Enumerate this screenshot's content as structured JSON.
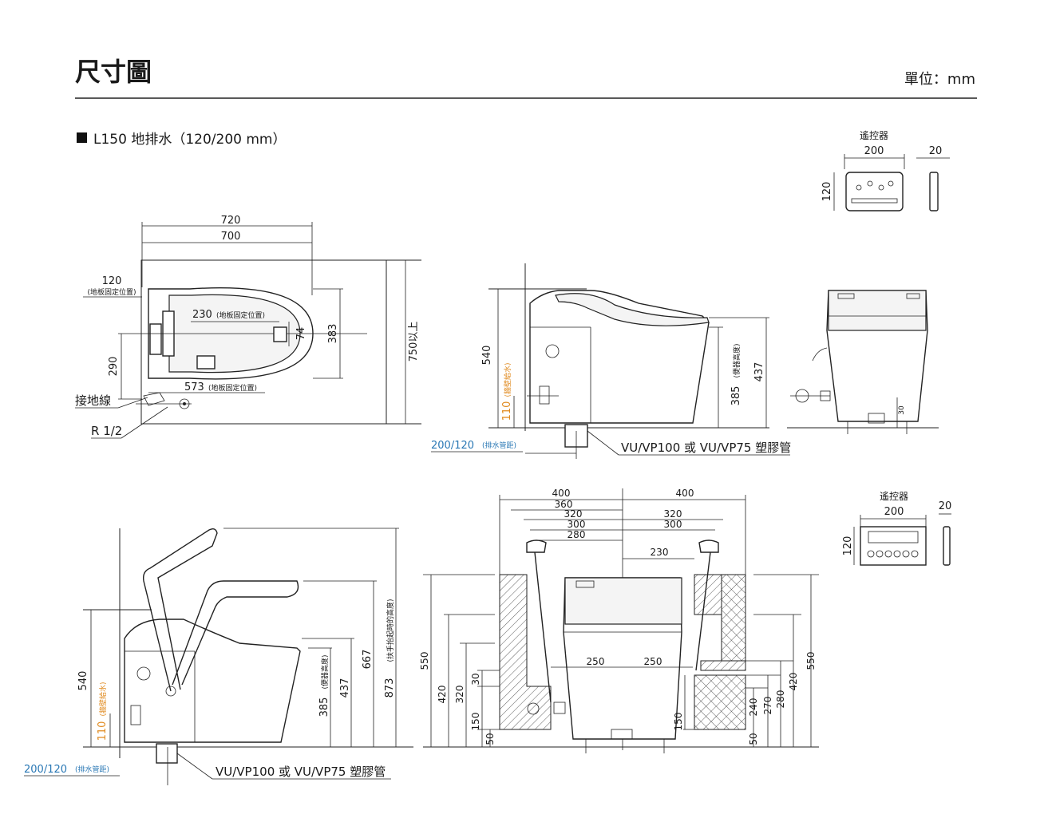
{
  "header": {
    "title": "尺寸圖",
    "unit": "單位：mm"
  },
  "section": {
    "bullet": "■",
    "title": "L150 地排水（120/200 mm）"
  },
  "colors": {
    "accent_orange": "#e08a1e",
    "accent_blue": "#2a78b5",
    "line": "#222222"
  },
  "remote_top": {
    "label": "遙控器",
    "width": "200",
    "depth": "20",
    "height": "120"
  },
  "remote_bottom": {
    "label": "遙控器",
    "width": "200",
    "depth": "20",
    "height": "120"
  },
  "plan_view": {
    "w720": "720",
    "w700": "700",
    "fix120": "120",
    "fix120_note": "(地板固定位置)",
    "fix230": "230",
    "fix230_note": "(地板固定位置)",
    "d74": "74",
    "d383": "383",
    "d290": "290",
    "fix573": "573",
    "fix573_note": "(地板固定位置)",
    "d750": "750以上",
    "ground": "接地線",
    "thread": "R 1/2"
  },
  "side_view": {
    "h540": "540",
    "h110": "110",
    "h110_note": "(牆壁給水)",
    "drain": "200/120",
    "drain_note": "(排水管距)",
    "pipe": "VU/VP100 或 VU/VP75 塑膠管",
    "h385": "385",
    "h385_note": "(便器高度)",
    "h437": "437"
  },
  "front_view": {
    "d30": "30"
  },
  "handrail_side": {
    "h540": "540",
    "h110": "110",
    "h110_note": "(牆壁給水)",
    "drain": "200/120",
    "drain_note": "(排水管距)",
    "pipe": "VU/VP100 或 VU/VP75 塑膠管",
    "h385": "385",
    "h385_note": "(便器高度)",
    "h437": "437",
    "h667": "667",
    "h873": "873",
    "h873_note": "(扶手抬起時的高度)"
  },
  "handrail_front": {
    "w400l": "400",
    "w400r": "400",
    "w360": "360",
    "w320l": "320",
    "w320r": "320",
    "w300l": "300",
    "w300r": "300",
    "w280": "280",
    "w230": "230",
    "w250l": "250",
    "w250r": "250",
    "l550": "550",
    "l420": "420",
    "l320": "320",
    "l30": "30",
    "l150": "150",
    "l50": "50",
    "r150": "150",
    "r50": "50",
    "r240": "240",
    "r270": "270",
    "r280": "280",
    "r420": "420",
    "r550": "550"
  }
}
